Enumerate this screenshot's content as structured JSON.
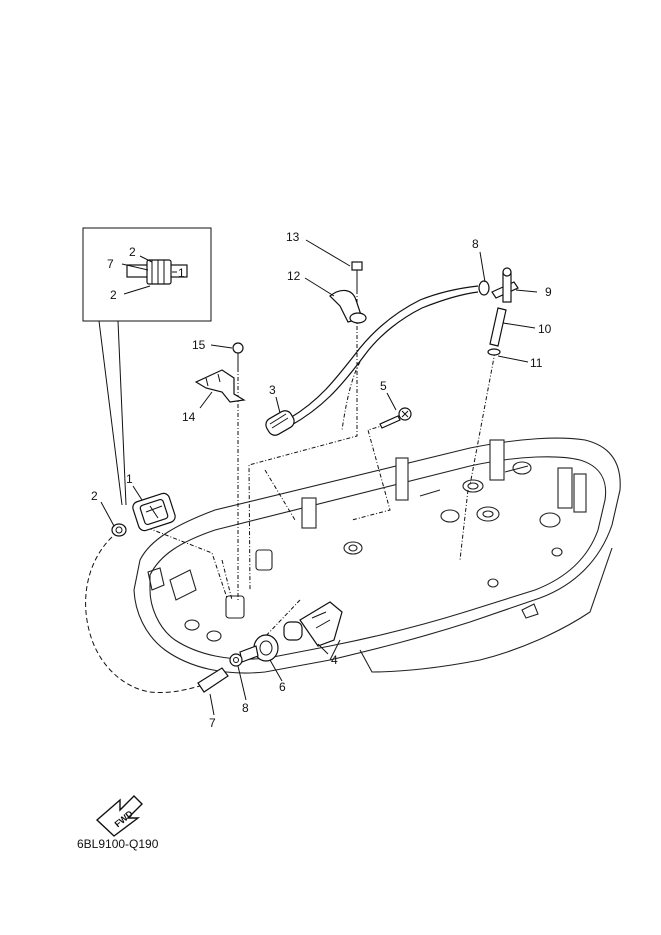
{
  "diagram": {
    "callouts": {
      "c1": "1",
      "c2": "2",
      "c3": "3",
      "c4": "4",
      "c5": "5",
      "c6": "6",
      "c7": "7",
      "c8": "8",
      "c9": "9",
      "c10": "10",
      "c11": "11",
      "c12": "12",
      "c13": "13",
      "c14": "14",
      "c15": "15"
    },
    "inset": {
      "i7": "7",
      "i2a": "2",
      "i2b": "2",
      "i1": "1"
    },
    "fwd_label": "FWD",
    "diagram_code": "6BL9100-Q190"
  }
}
